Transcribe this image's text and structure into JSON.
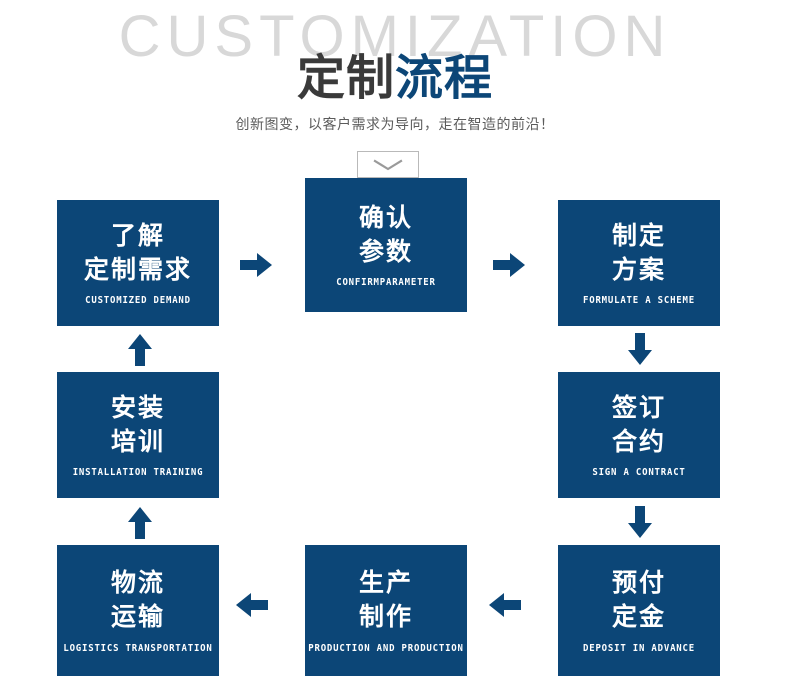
{
  "header": {
    "watermark": "CUSTOMIZATION",
    "title_dark": "定制",
    "title_blue": "流程",
    "subtitle": "创新图变，以客户需求为导向，走在智造的前沿！"
  },
  "colors": {
    "box_blue": "#0c4677",
    "title_blue": "#0c4677",
    "title_dark": "#3a3a3a",
    "watermark_gray": "#d8d8d8",
    "subtitle_gray": "#5b5b5b",
    "arrow_blue": "#0c4677",
    "chevron_gray": "#9a9a9a",
    "chevron_border": "#b9b9b9"
  },
  "toggle": {
    "icon": "chevron-down-icon"
  },
  "steps": [
    {
      "id": "customized-demand",
      "cn_line1": "了解",
      "cn_line2": "定制需求",
      "en": "CUSTOMIZED DEMAND"
    },
    {
      "id": "confirm-parameter",
      "cn_line1": "确认",
      "cn_line2": "参数",
      "en": "CONFIRMPARAMETER"
    },
    {
      "id": "formulate-a-scheme",
      "cn_line1": "制定",
      "cn_line2": "方案",
      "en": "FORMULATE A SCHEME"
    },
    {
      "id": "sign-a-contract",
      "cn_line1": "签订",
      "cn_line2": "合约",
      "en": "SIGN A CONTRACT"
    },
    {
      "id": "deposit-in-advance",
      "cn_line1": "预付",
      "cn_line2": "定金",
      "en": "DEPOSIT IN ADVANCE"
    },
    {
      "id": "production-and-production",
      "cn_line1": "生产",
      "cn_line2": "制作",
      "en": "PRODUCTION AND PRODUCTION"
    },
    {
      "id": "logistics-transportation",
      "cn_line1": "物流",
      "cn_line2": "运输",
      "en": "LOGISTICS TRANSPORTATION"
    },
    {
      "id": "installation-training",
      "cn_line1": "安装",
      "cn_line2": "培训",
      "en": "INSTALLATION TRAINING"
    }
  ],
  "arrows": [
    {
      "id": "arrow-demand-to-parameter",
      "direction": "right"
    },
    {
      "id": "arrow-parameter-to-scheme",
      "direction": "right"
    },
    {
      "id": "arrow-scheme-to-contract",
      "direction": "down"
    },
    {
      "id": "arrow-contract-to-deposit",
      "direction": "down"
    },
    {
      "id": "arrow-deposit-to-production",
      "direction": "left"
    },
    {
      "id": "arrow-production-to-logistics",
      "direction": "left"
    },
    {
      "id": "arrow-logistics-to-installation",
      "direction": "up"
    },
    {
      "id": "arrow-installation-to-demand",
      "direction": "up"
    }
  ]
}
